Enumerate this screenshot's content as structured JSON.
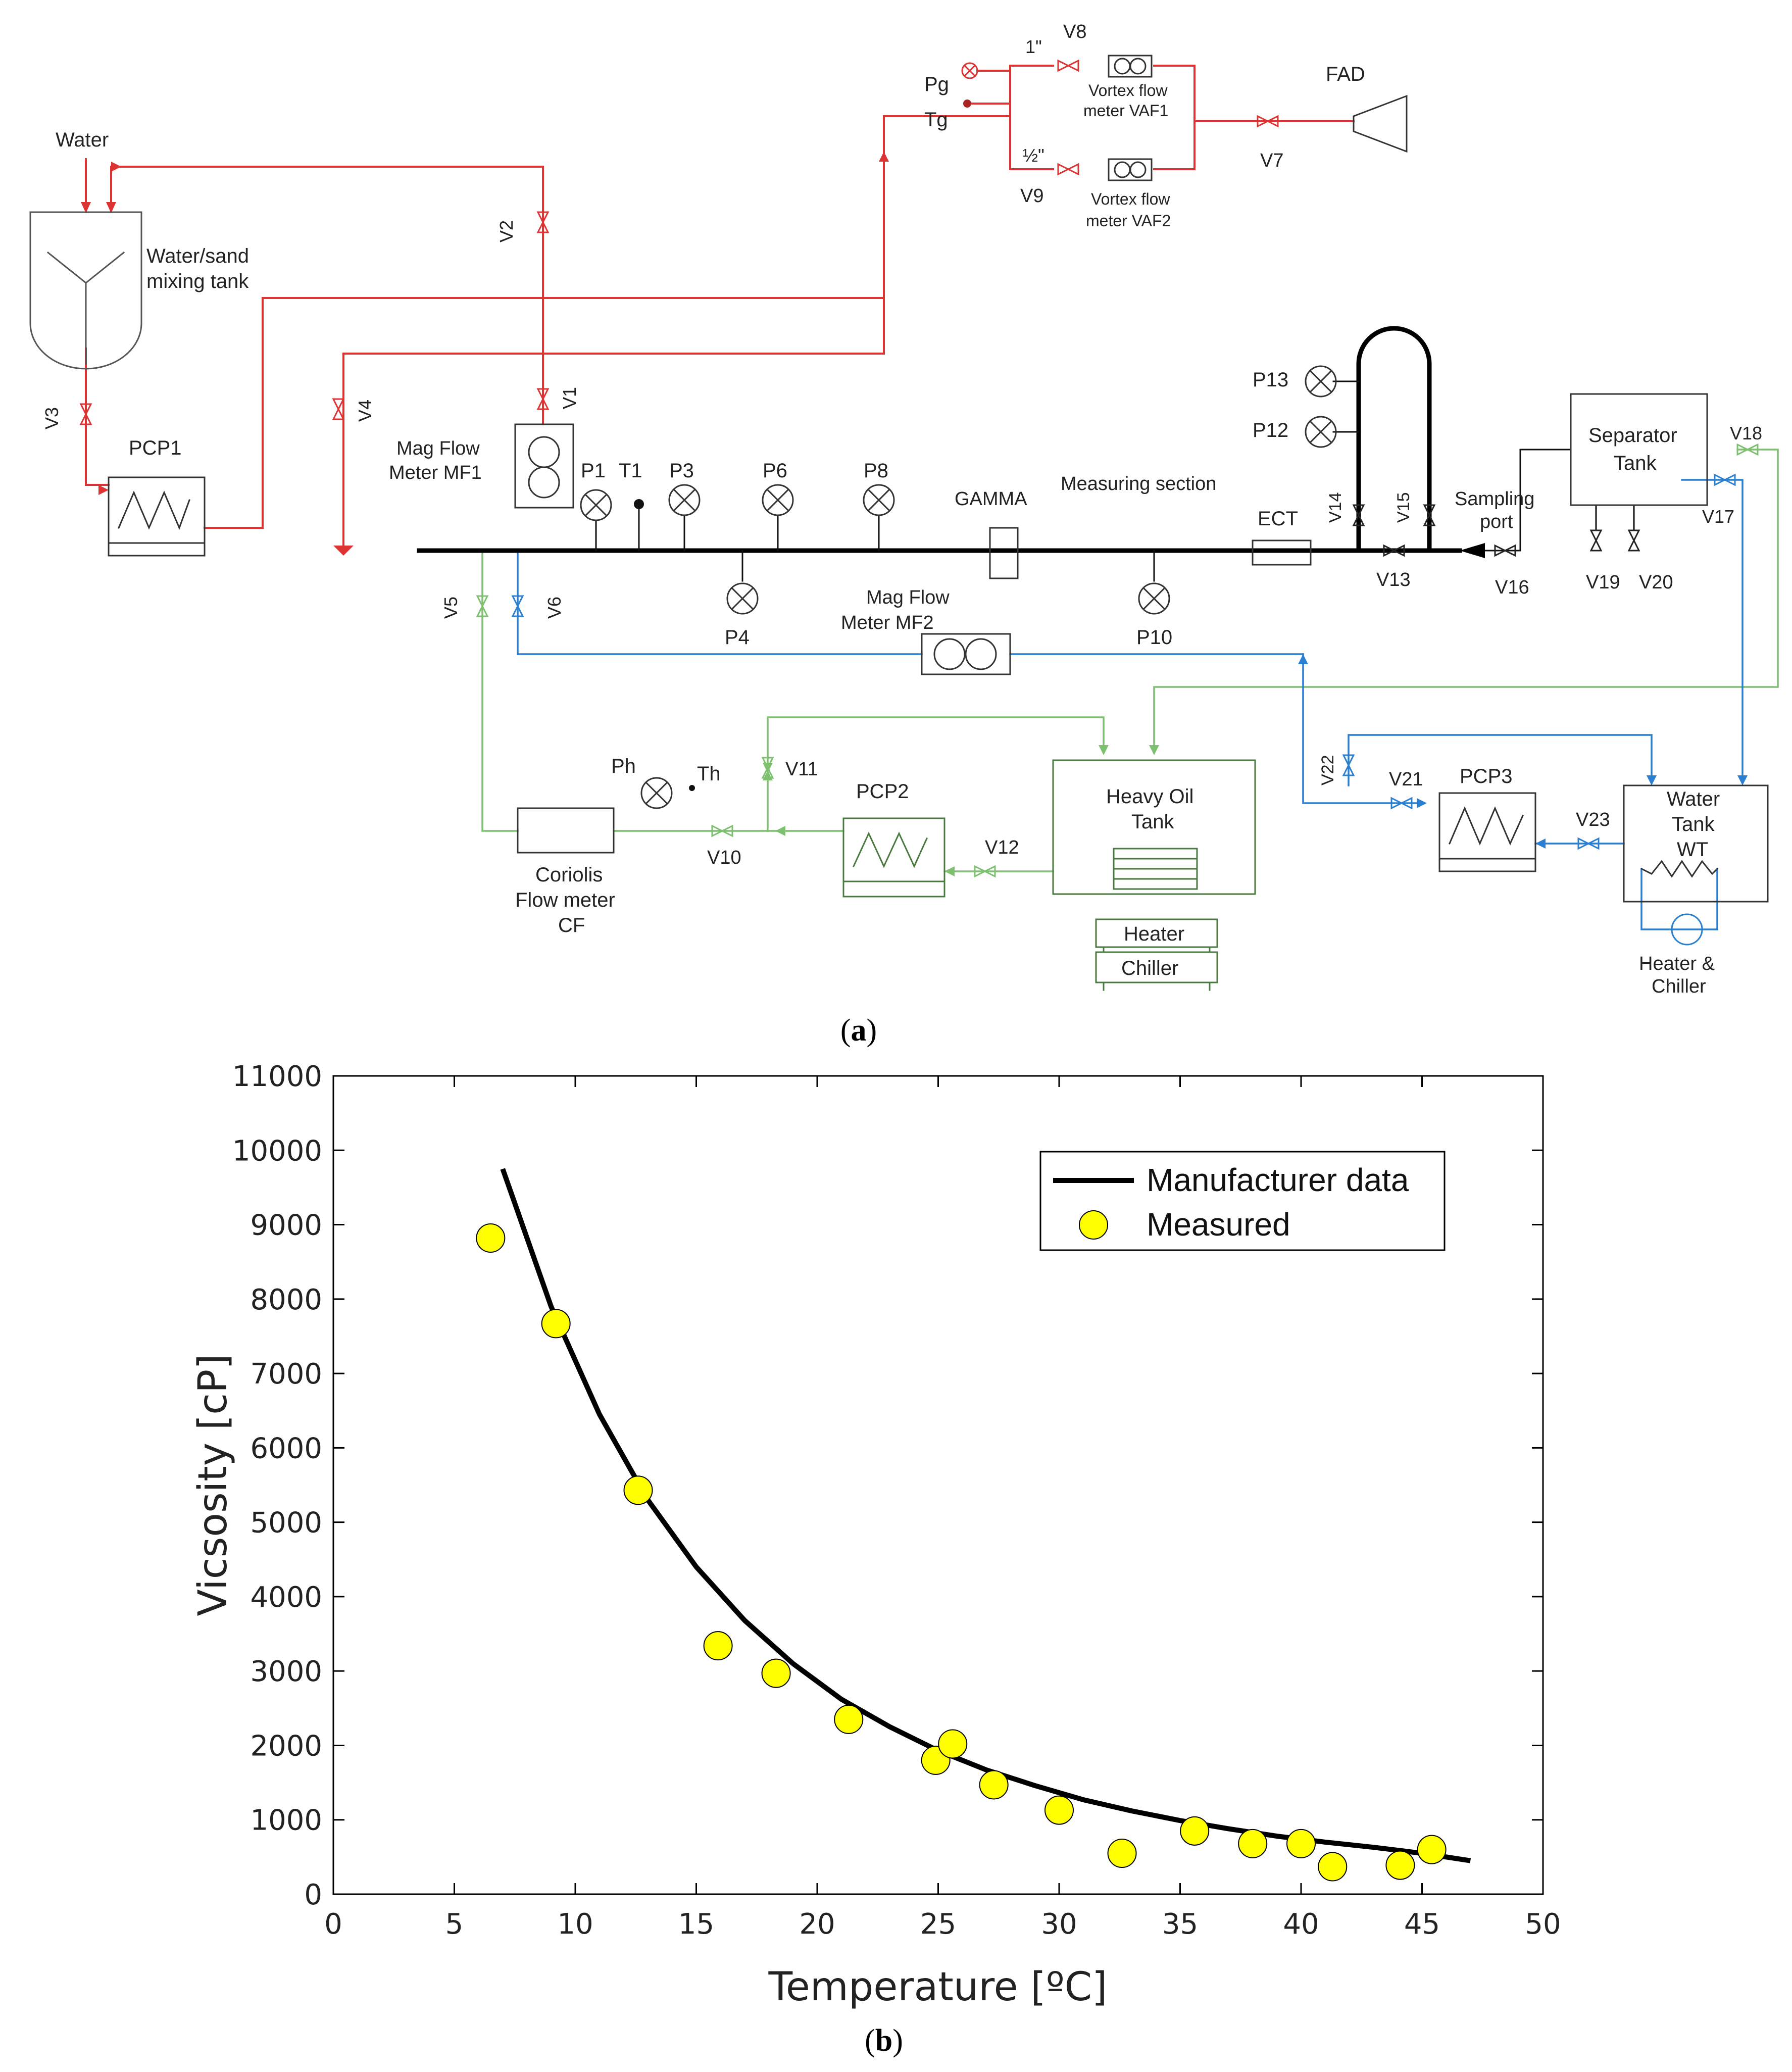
{
  "colors": {
    "red": "#dd3333",
    "green": "#7cc070",
    "blue": "#2a7fd0",
    "black": "#000000",
    "marker_fill": "#ffff00",
    "text": "#222222"
  },
  "panel_a": {
    "caption_letter": "a",
    "labels": {
      "water": "Water",
      "mixing_tank_1": "Water/sand",
      "mixing_tank_2": "mixing tank",
      "pcp1": "PCP1",
      "v1": "V1",
      "v2": "V2",
      "v3": "V3",
      "v4": "V4",
      "v5": "V5",
      "v6": "V6",
      "v7": "V7",
      "v8": "V8",
      "v9": "V9",
      "v10": "V10",
      "v11": "V11",
      "v12": "V12",
      "v13": "V13",
      "v14": "V14",
      "v15": "V15",
      "v16": "V16",
      "v17": "V17",
      "v18": "V18",
      "v19": "V19",
      "v20": "V20",
      "v21": "V21",
      "v22": "V22",
      "v23": "V23",
      "pg": "Pg",
      "tg": "Tg",
      "size_1in": "1\"",
      "size_half_in": "½\"",
      "vaf1_1": "Vortex flow",
      "vaf1_2": "meter VAF1",
      "vaf2_1": "Vortex flow",
      "vaf2_2": "meter VAF2",
      "fad": "FAD",
      "mf1_1": "Mag Flow",
      "mf1_2": "Meter  MF1",
      "mf2_1": "Mag Flow",
      "mf2_2": "Meter  MF2",
      "p1": "P1",
      "t1": "T1",
      "p3": "P3",
      "p4": "P4",
      "p6": "P6",
      "p8": "P8",
      "p10": "P10",
      "p12": "P12",
      "p13": "P13",
      "gamma": "GAMMA",
      "measuring_section": "Measuring section",
      "ect": "ECT",
      "sampling_1": "Sampling",
      "sampling_2": "port",
      "separator_1": "Separator",
      "separator_2": "Tank",
      "ph": "Ph",
      "th": "Th",
      "coriolis_1": "Coriolis",
      "coriolis_2": "Flow meter",
      "coriolis_3": "CF",
      "pcp2": "PCP2",
      "heavy_oil_1": "Heavy Oil",
      "heavy_oil_2": "Tank",
      "heater": "Heater",
      "chiller": "Chiller",
      "pcp3": "PCP3",
      "water_tank_1": "Water",
      "water_tank_2": "Tank",
      "water_tank_3": "WT",
      "heater_chiller_1": "Heater &",
      "heater_chiller_2": "Chiller"
    }
  },
  "panel_b": {
    "caption_letter": "b"
  },
  "chart_data": {
    "type": "scatter",
    "xlabel": "Temperature [ºC]",
    "ylabel": "Vicsosity [cP]",
    "xlim": [
      0,
      50
    ],
    "ylim": [
      0,
      11000
    ],
    "xticks": [
      0,
      5,
      10,
      15,
      20,
      25,
      30,
      35,
      40,
      45,
      50
    ],
    "yticks": [
      0,
      1000,
      2000,
      3000,
      4000,
      5000,
      6000,
      7000,
      8000,
      9000,
      10000,
      11000
    ],
    "grid": false,
    "legend_position": "top-right",
    "series": [
      {
        "name": "Manufacturer data",
        "kind": "line",
        "color": "#000000",
        "x": [
          7,
          9,
          11,
          13,
          15,
          17,
          19,
          21,
          23,
          25,
          27,
          29,
          31,
          33,
          35,
          37,
          39,
          41,
          43,
          45,
          47
        ],
        "y": [
          9750,
          7900,
          6450,
          5300,
          4400,
          3680,
          3100,
          2620,
          2250,
          1930,
          1670,
          1460,
          1270,
          1120,
          990,
          880,
          780,
          700,
          630,
          550,
          450
        ]
      },
      {
        "name": "Measured",
        "kind": "scatter",
        "color": "#ffff00",
        "x": [
          6.5,
          9.2,
          12.6,
          15.9,
          18.3,
          21.3,
          24.9,
          25.6,
          27.3,
          30.0,
          32.6,
          35.6,
          38.0,
          40.0,
          41.3,
          44.1,
          45.4
        ],
        "y": [
          8820,
          7670,
          5430,
          3340,
          2970,
          2350,
          1800,
          2020,
          1470,
          1130,
          550,
          850,
          680,
          680,
          370,
          390,
          600
        ]
      }
    ]
  }
}
